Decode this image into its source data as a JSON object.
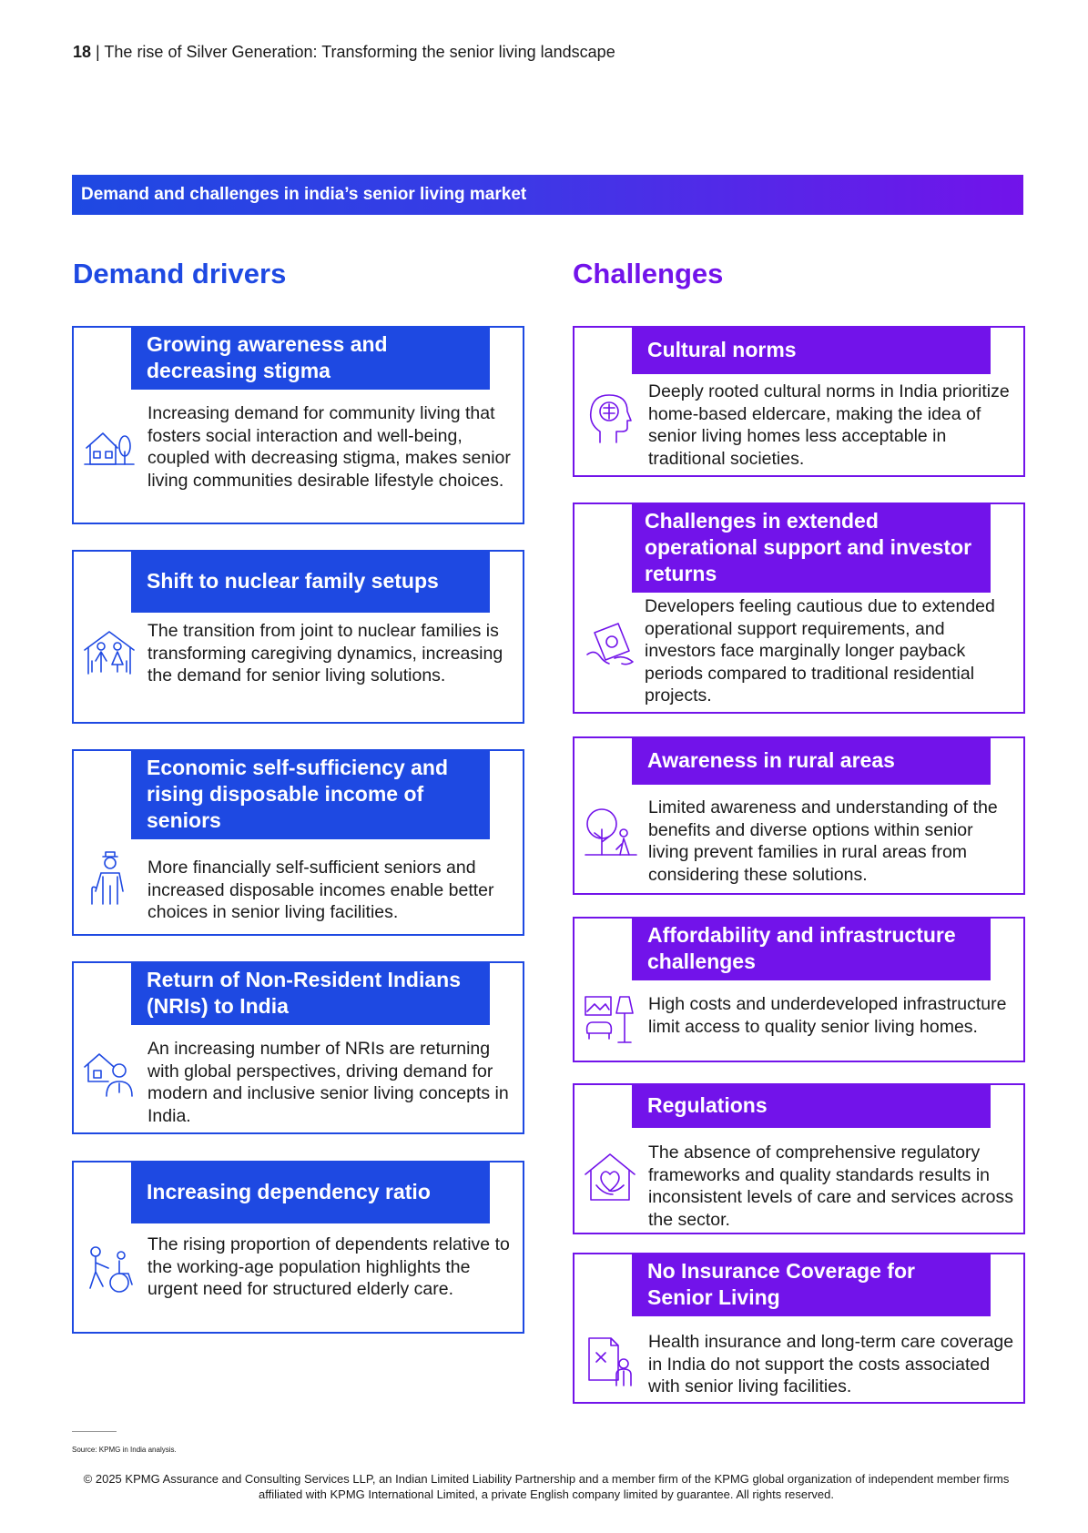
{
  "header": {
    "page_number": "18",
    "separator": "|",
    "title": "The rise of Silver Generation: Transforming the senior living landscape"
  },
  "banner": "Demand and challenges in india’s senior living market",
  "demand": {
    "heading": "Demand drivers",
    "cards": [
      {
        "title": "Growing awareness and decreasing stigma",
        "icon": "house-tree-icon",
        "body": "Increasing demand for community living that fosters social interaction and well-being, coupled with decreasing stigma, makes senior living communities desirable lifestyle choices."
      },
      {
        "title": "Shift to nuclear family setups",
        "icon": "family-home-icon",
        "body": "The transition from joint to nuclear families is transforming caregiving dynamics, increasing the demand for senior living solutions."
      },
      {
        "title": "Economic self-sufficiency and rising disposable income of seniors",
        "icon": "elderly-man-icon",
        "body": "More financially self-sufficient seniors and increased disposable incomes enable better choices in senior living facilities."
      },
      {
        "title": "Return of Non-Resident Indians (NRIs) to India",
        "icon": "home-person-icon",
        "body": "An increasing number of NRIs are returning with global perspectives, driving demand for modern and inclusive senior living concepts in India."
      },
      {
        "title": "Increasing dependency ratio",
        "icon": "wheelchair-caregiver-icon",
        "body": "The rising proportion of dependents relative to the working-age population highlights the urgent need for structured elderly care."
      }
    ]
  },
  "challenges": {
    "heading": "Challenges",
    "cards": [
      {
        "title": "Cultural norms",
        "icon": "head-brain-icon",
        "body": "Deeply rooted cultural norms in India prioritize home-based eldercare, making the idea of senior living homes less acceptable in traditional societies."
      },
      {
        "title": "Challenges in extended operational support and investor returns",
        "icon": "flying-money-icon",
        "body": "Developers feeling cautious due to extended operational support requirements, and investors face marginally longer payback periods compared to traditional residential projects."
      },
      {
        "title": "Awareness in rural areas",
        "icon": "tree-elderly-icon",
        "body": "Limited awareness and understanding of the benefits and diverse options within senior living prevent families in rural areas from considering these solutions."
      },
      {
        "title": "Affordability and infrastructure challenges",
        "icon": "furniture-lamp-icon",
        "body": "High costs and underdeveloped infrastructure limit access to quality senior living homes."
      },
      {
        "title": "Regulations",
        "icon": "house-heart-hands-icon",
        "body": "The absence of comprehensive regulatory frameworks and quality standards results in inconsistent levels of care and services across the sector."
      },
      {
        "title": "No Insurance Coverage for Senior Living",
        "icon": "document-cross-person-icon",
        "body": "Health insurance and long-term care coverage in India do not support the costs associated with senior living facilities."
      }
    ]
  },
  "source": "Source: KPMG in India analysis.",
  "footer": "© 2025 KPMG Assurance and Consulting Services LLP, an Indian Limited Liability Partnership and a member firm of the KPMG global organization of independent member firms affiliated with KPMG International Limited, a private English company limited by guarantee. All rights reserved.",
  "colors": {
    "blue": "#1e49e2",
    "purple": "#7213ea"
  }
}
